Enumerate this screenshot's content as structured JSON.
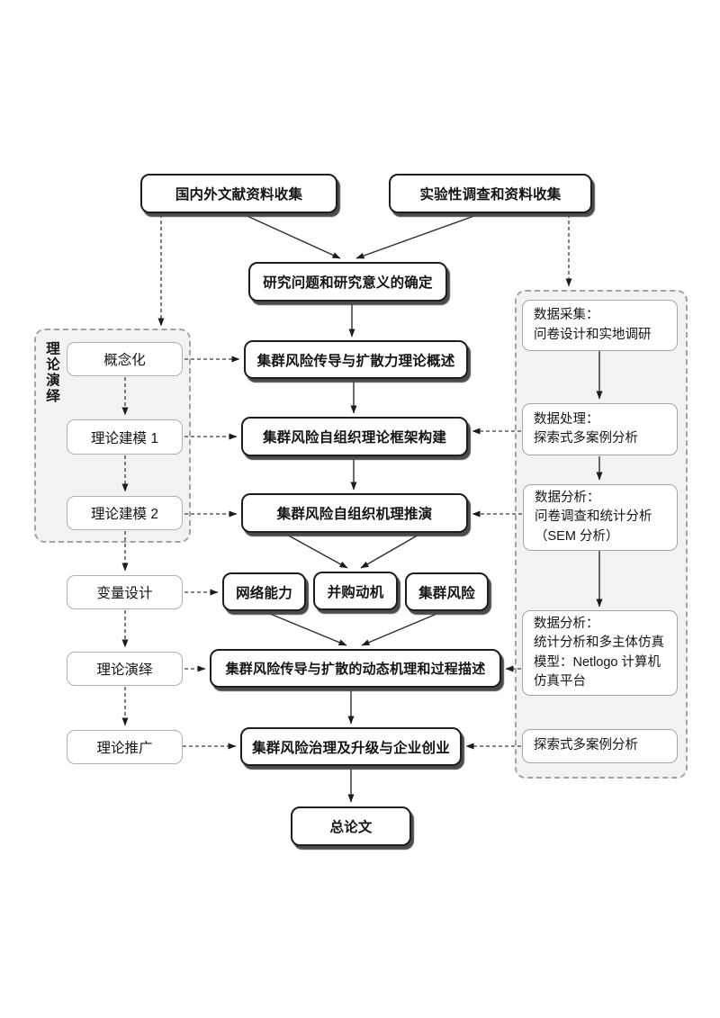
{
  "diagram": {
    "top": {
      "literature": "国内外文献资料收集",
      "survey": "实验性调查和资料收集",
      "question": "研究问题和研究意义的确定"
    },
    "left_panel": {
      "label": "理论演绎",
      "conceptualization": "概念化",
      "modeling1": "理论建模 1",
      "modeling2": "理论建模 2"
    },
    "left_column": {
      "variable_design": "变量设计",
      "deduction": "理论演绎",
      "generalization": "理论推广"
    },
    "main": {
      "overview": "集群风险传导与扩散力理论概述",
      "framework": "集群风险自组织理论框架构建",
      "mechanism": "集群风险自组织机理推演",
      "network": "网络能力",
      "motivation": "并购动机",
      "risk": "集群风险",
      "dynamic": "集群风险传导与扩散的动态机理和过程描述",
      "governance": "集群风险治理及升级与企业创业",
      "thesis": "总论文"
    },
    "right_panel": {
      "collection": "数据采集：\n问卷设计和实地调研",
      "processing": "数据处理：\n探索式多案例分析",
      "analysis_sem": "数据分析：\n问卷调查和统计分析\n（SEM 分析）",
      "analysis_sim": "数据分析：\n统计分析和多主体仿真\n模型：Netlogo 计算机\n仿真平台",
      "case": "探索式多案例分析"
    },
    "colors": {
      "box_border": "#1e1e1e",
      "light_border": "#b0b0b0",
      "panel_bg": "#f2f2f2",
      "panel_border": "#a3a3a3",
      "shadow": "#4b4b4b",
      "arrow": "#2d2d2d",
      "background": "#ffffff"
    }
  }
}
